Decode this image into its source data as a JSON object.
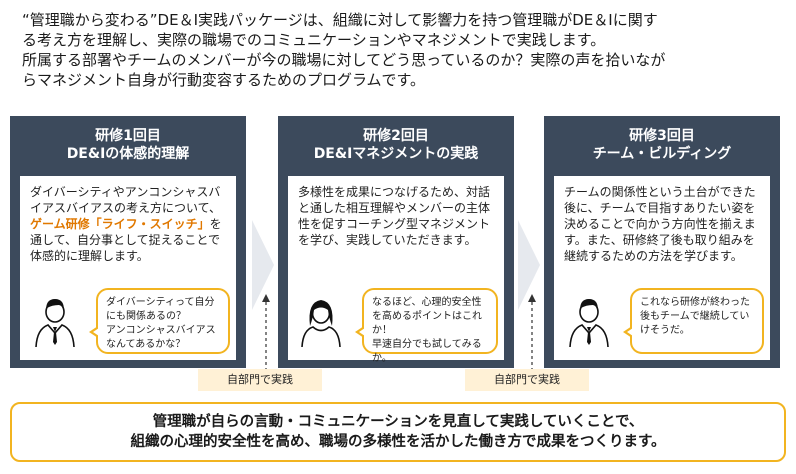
{
  "intro": [
    "“管理職から変わる”DE＆I実践パッケージは、組織に対して影響力を持つ管理職がDE＆Iに関す",
    "る考え方を理解し、実際の職場でのコミュニケーションやマネジメントで実践します。",
    "所属する部署やチームのメンバーが今の職場に対してどう思っているのか？実際の声を拾いなが",
    "らマネジメント自身が行動変容するためのプログラムです。"
  ],
  "sessions": [
    {
      "title1": "研修1回目",
      "title2": "DE&Iの体感的理解",
      "desc_pre": "ダイバーシティやアンコンシャスバイアスバイアスの考え方について、",
      "desc_highlight": "ゲーム研修「ライフ・スイッチ」",
      "desc_post": "を通して、自分事として捉えることで体感的に理解します。",
      "bubble": [
        "ダイバーシティって自分にも関係あるの？",
        "アンコンシャスバイアスなんてあるかな？"
      ]
    },
    {
      "title1": "研修2回目",
      "title2": "DE&Iマネジメントの実践",
      "desc": "多様性を成果につなげるため、対話と通した相互理解やメンバーの主体性を促すコーチング型マネジメントを学び、実践していただきます。",
      "bubble": [
        "なるほど、心理的安全性を高めるポイントはこれか！",
        "早速自分でも試してみるか。"
      ]
    },
    {
      "title1": "研修3回目",
      "title2": "チーム・ビルディング",
      "desc": "チームの関係性という土台ができた後に、チームで目指すありたい姿を決めることで向かう方向性を揃えます。また、研修終了後も取り組みを継続するための方法を学びます。",
      "bubble": [
        "これなら研修が終わった後もチームで継続していけそうだ。"
      ]
    }
  ],
  "practice_tags": [
    "自部門で実践",
    "自部門で実践"
  ],
  "summary": [
    "管理職が自らの言動・コミュニケーションを見直して実践していくことで、",
    "組織の心理的安全性を高め、職場の多様性を活かした働き方で成果をつくります。"
  ],
  "colors": {
    "header": "#3c4a5c",
    "accent": "#f2b420",
    "highlight": "#e07800",
    "tag_bg": "#fff1d6"
  },
  "icons": [
    "man-icon",
    "woman-icon",
    "man-icon",
    "chevron-right-icon",
    "dashed-up-arrow-icon"
  ]
}
